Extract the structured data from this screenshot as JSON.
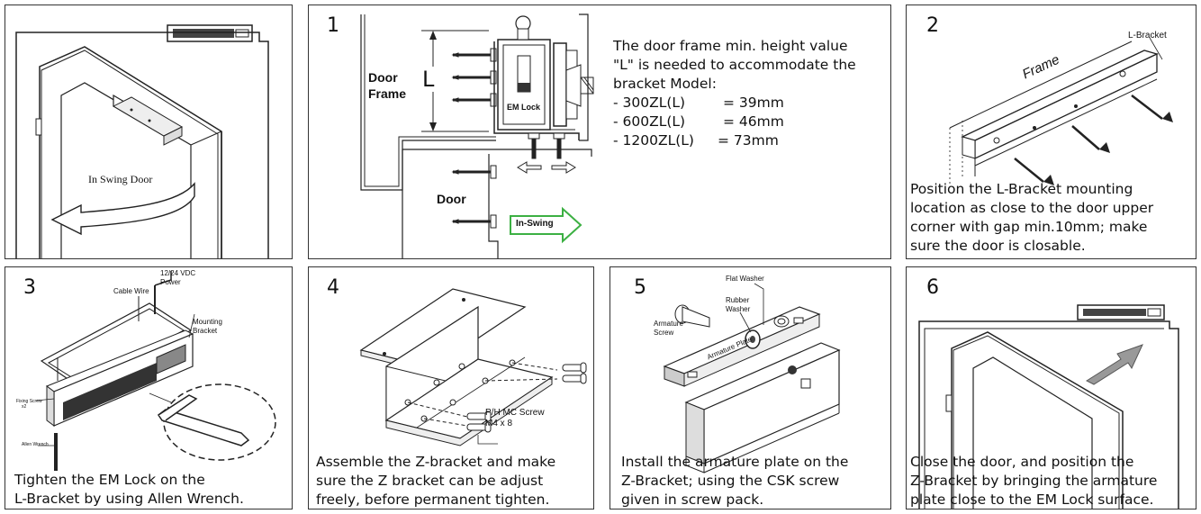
{
  "panel0": {
    "swing_label": "In Swing Door"
  },
  "panel1": {
    "step": "1",
    "door_frame": "Door\nFrame",
    "door_frame_1": "Door",
    "door_frame_2": "Frame",
    "l_label": "L",
    "em_lock": "EM Lock",
    "door": "Door",
    "in_swing": "In-Swing",
    "desc": [
      "The door frame min. height value",
      "\"L\" is needed to accommodate the",
      "bracket Model:"
    ],
    "models": [
      {
        "name": "- 300ZL(L)",
        "value": "= 39mm"
      },
      {
        "name": "- 600ZL(L)",
        "value": "= 46mm"
      },
      {
        "name": "- 1200ZL(L)",
        "value": "= 73mm"
      }
    ]
  },
  "panel2": {
    "step": "2",
    "l_bracket": "L-Bracket",
    "frame": "Frame",
    "caption": [
      "Position the L-Bracket mounting",
      "location as close  to the door upper",
      "corner with gap min.10mm; make",
      "sure the door is closable."
    ]
  },
  "panel3": {
    "step": "3",
    "power": [
      "12/24 VDC",
      "Power"
    ],
    "cable": "Cable Wire",
    "mount": [
      "Mounting",
      "Bracket"
    ],
    "fixing": [
      "Fixing Screw",
      "x2"
    ],
    "allen": "Allen Wrench",
    "caption": [
      "Tighten the EM Lock on the",
      "L-Bracket by using  Allen Wrench."
    ]
  },
  "panel4": {
    "step": "4",
    "screw": [
      "P/H MC Screw",
      "M4 x 8"
    ],
    "caption": [
      "Assemble the Z-bracket and make",
      "sure the Z bracket can be adjust",
      "freely, before permanent tighten."
    ]
  },
  "panel5": {
    "step": "5",
    "flat": "Flat Washer",
    "rubber": [
      "Rubber",
      "Washer"
    ],
    "armature_screw": [
      "Armature",
      "Screw"
    ],
    "plate": "Armature Plate",
    "caption": [
      "Install the armature plate on the",
      "Z-Bracket; using the CSK screw",
      "given in screw pack."
    ]
  },
  "panel6": {
    "step": "6",
    "caption": [
      "Close the door, and position the",
      "Z-Bracket by bringing the armature",
      "plate close to the EM Lock surface."
    ]
  }
}
